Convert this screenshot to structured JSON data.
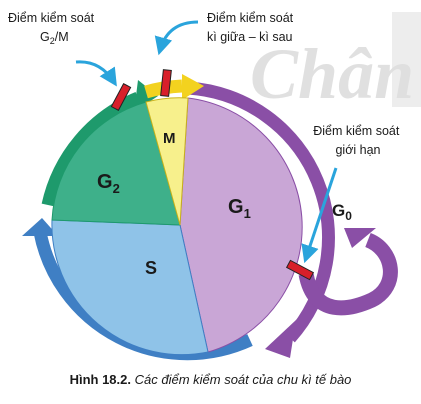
{
  "phases": {
    "m": "M",
    "g2_main": "G",
    "g2_sub": "2",
    "s": "S",
    "g1_main": "G",
    "g1_sub": "1",
    "g0_main": "G",
    "g0_sub": "0"
  },
  "checkpoints": {
    "g2m_line1": "Điểm kiểm soát",
    "g2m_line2_main": "G",
    "g2m_line2_sub": "2",
    "g2m_line2_rest": "/M",
    "meta_line1": "Điểm kiểm soát",
    "meta_line2": "kì giữa – kì sau",
    "restriction_line1": "Điểm kiểm soát",
    "restriction_line2": "giới hạn"
  },
  "watermark": "Chân t",
  "caption": {
    "number": "Hình 18.2.",
    "text": "Các điểm kiểm soát của chu kì tế bào"
  },
  "colors": {
    "g1": "#c9a6d6",
    "s": "#8fc3e8",
    "g2": "#3eb08a",
    "m": "#f7f08c",
    "arrow_purple": "#8a4fa6",
    "arrow_blue": "#3f7fc4",
    "arrow_green": "#1e9a6c",
    "arrow_yellow": "#f3d21f",
    "checkpoint_red": "#d81f2a",
    "callout_blue": "#2aa4dc"
  }
}
